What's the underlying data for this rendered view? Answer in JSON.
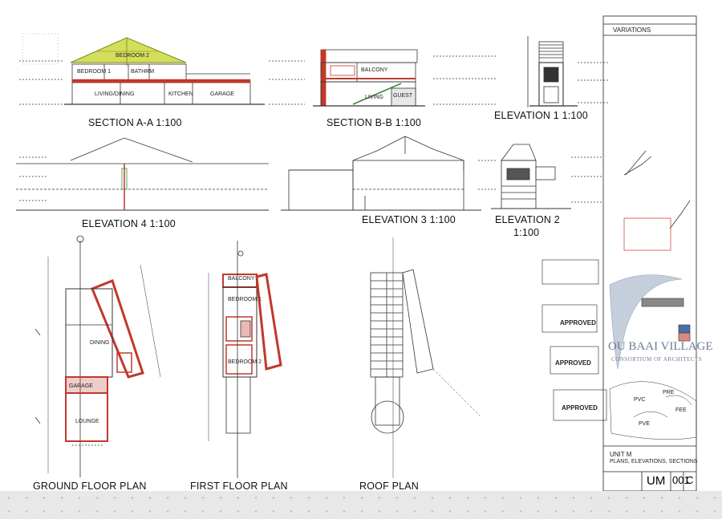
{
  "drawing_labels": {
    "section_aa": "SECTION A-A 1:100",
    "section_bb": "SECTION B-B 1:100",
    "elevation_1": "ELEVATION 1 1:100",
    "elevation_4": "ELEVATION 4 1:100",
    "elevation_3": "ELEVATION 3 1:100",
    "elevation_2": "ELEVATION 2",
    "elevation_2_scale": "1:100",
    "ground_floor": "GROUND FLOOR PLAN",
    "first_floor": "FIRST FLOOR PLAN",
    "roof_plan": "ROOF PLAN"
  },
  "section_rooms": {
    "bedroom2": "BEDROOM 2",
    "bedroom1": "BEDROOM 1",
    "bathrm": "BATHRM",
    "living": "LIVING/DINING",
    "kitchen": "KITCHEN",
    "garage": "GARAGE",
    "guest": "GUEST",
    "balcony": "BALCONY",
    "living_b": "LIVING"
  },
  "plan_rooms": {
    "dining": "DINING",
    "lounge": "LOUNGE",
    "balcony": "BALCONY",
    "bedroom1": "BEDROOM 1",
    "bedroom2": "BEDROOM 2",
    "garage": "GARAGE"
  },
  "stamps": {
    "approved_1": "APPROVED",
    "approved_2": "APPROVED",
    "approved_3": "APPROVED"
  },
  "title_block": {
    "variations": "VARIATIONS",
    "firm": "OU BAAI VILLAGE",
    "firm_sub": "CONSORTIUM OF ARCHITECTS",
    "unit": "UNIT M",
    "drawing_title": "PLANS, ELEVATIONS, SECTIONS",
    "code": "UM",
    "number": "001",
    "revision": "C"
  },
  "map_labels": {
    "pvc": "PVC",
    "pre": "PRE",
    "fee": "FEE",
    "pve": "PVE"
  },
  "colors": {
    "roof_yellow": "#c9d64a",
    "wall_red": "#c0392b",
    "stair_green": "#3a8a3a",
    "logo_blue": "#6a7d97",
    "stamp_red": "#c0392b"
  }
}
